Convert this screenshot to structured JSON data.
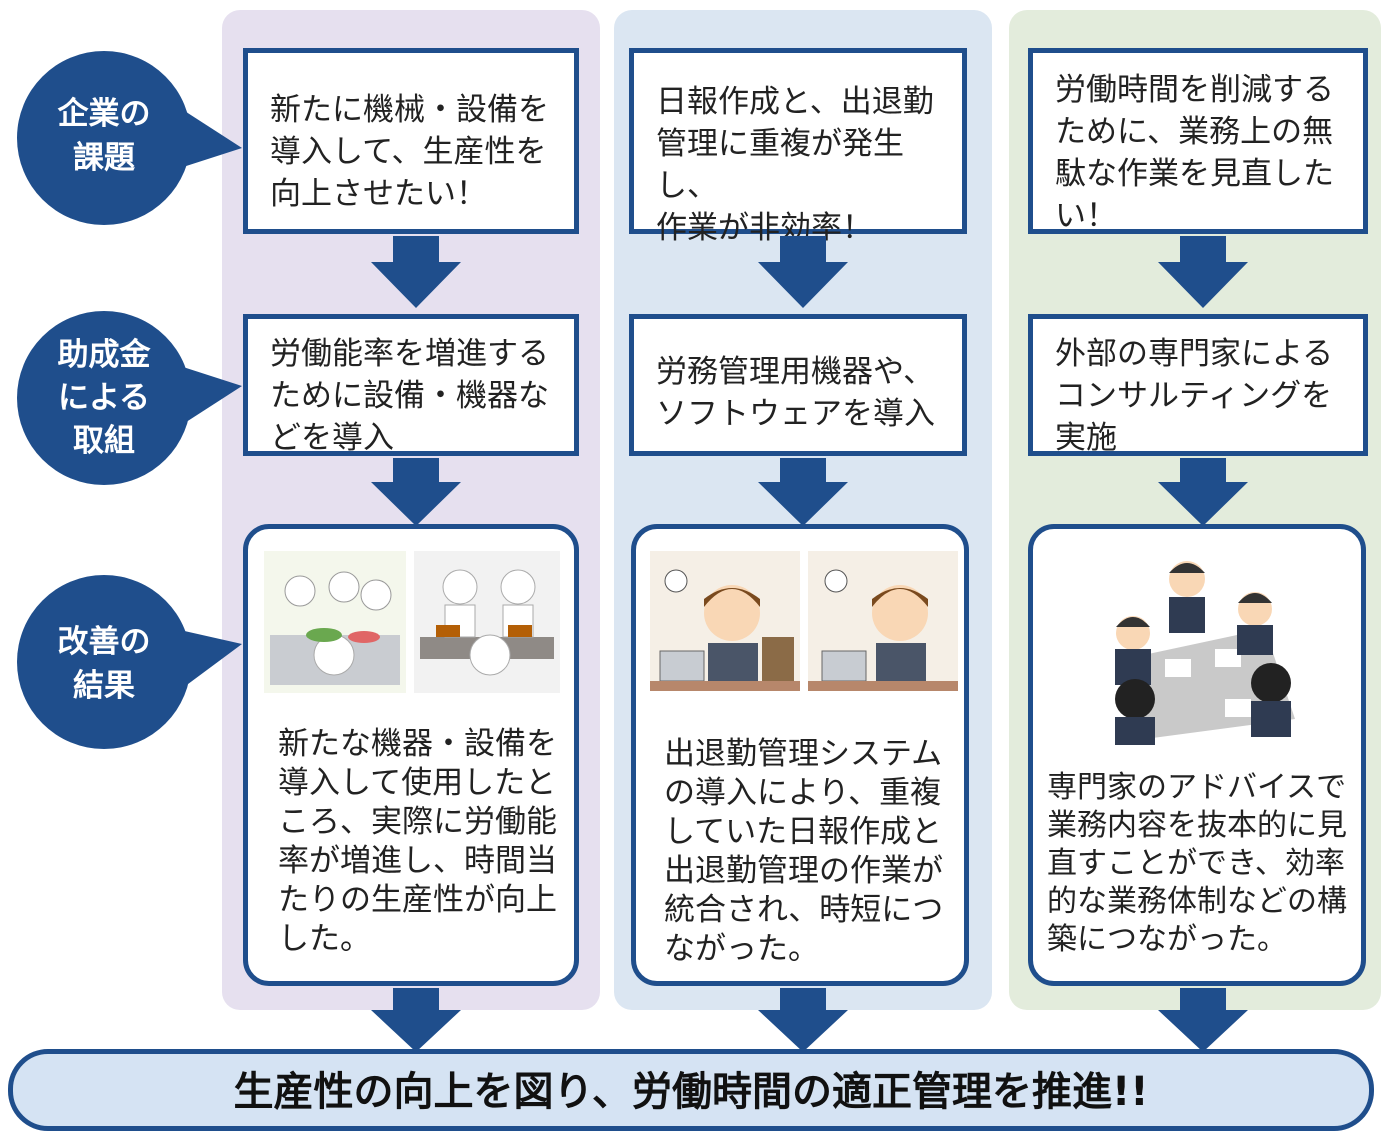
{
  "colors": {
    "navy": "#1f4e8c",
    "col1_bg": "#e6e0ef",
    "col2_bg": "#dbe6f2",
    "col3_bg": "#e3ecdc",
    "banner_bg": "#d5e3f3"
  },
  "row_labels": {
    "challenge": "企業の\n課題",
    "initiative": "助成金\nによる\n取組",
    "result": "改善の\n結果"
  },
  "columns": [
    {
      "challenge": "新たに機械・設備を\n導入して、生産性を\n向上させたい！",
      "initiative": "労働能率を増進する\nために設備・機器な\nどを導入",
      "result": "新たな機器・設備を\n導入して使用したと\nころ、実際に労働能\n率が増進し、時間当\nたりの生産性が向上\nした。"
    },
    {
      "challenge": "日報作成と、出退勤\n管理に重複が発生し、\n作業が非効率！",
      "initiative": "労務管理用機器や、\nソフトウェアを導入",
      "result": "出退勤管理システム\nの導入により、重複\nしていた日報作成と\n出退勤管理の作業が\n統合され、時短につ\nながった。"
    },
    {
      "challenge": "労働時間を削減する\nために、業務上の無\n駄な作業を見直した\nい！",
      "initiative": "外部の専門家による\nコンサルティングを\n実施",
      "result": "専門家のアドバイスで\n業務内容を抜本的に見\n直すことができ、効率\n的な業務体制などの構\n築につながった。"
    }
  ],
  "conclusion": "生産性の向上を図り、労働時間の適正管理を推進!!"
}
